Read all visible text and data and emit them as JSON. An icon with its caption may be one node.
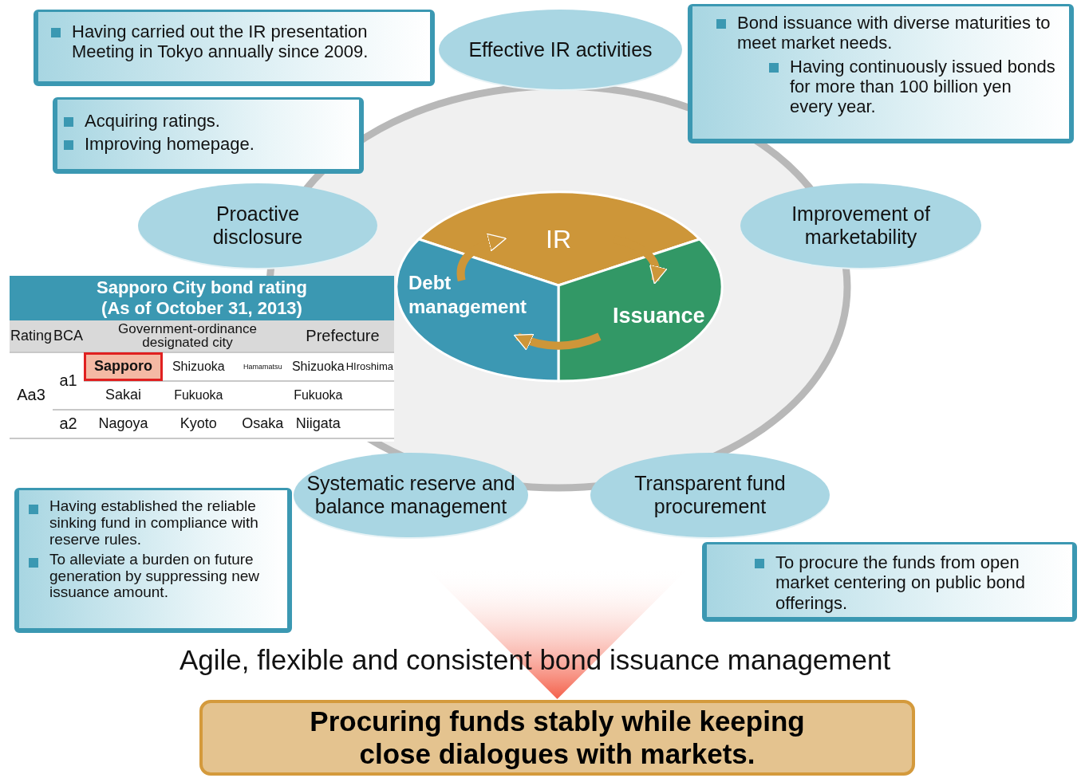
{
  "diagram": {
    "nodes": [
      {
        "text": [
          "Effective IR activities"
        ]
      },
      {
        "text": [
          "Improvement of marketability"
        ]
      },
      {
        "text": [
          "Transparent fund procurement"
        ]
      },
      {
        "text": [
          "Systematic reserve and balance management"
        ]
      },
      {
        "text": [
          "Proactive disclosure"
        ]
      },
      {
        "text": [
          "IR"
        ]
      },
      {
        "text": [
          "Issuance"
        ]
      },
      {
        "text": [
          "Debt management"
        ]
      },
      {
        "text": [
          "Having carried out the IR presentation Meeting in Tokyo annually since 2009."
        ]
      },
      {
        "text": [
          "Acquiring ratings.",
          "Improving homepage."
        ]
      },
      {
        "text": [
          "Bond issuance with diverse maturities to meet market needs.",
          "Having continuously issued bonds for more than 100 billion yen every year."
        ]
      },
      {
        "text": [
          "Having established the reliable sinking fund in compliance with reserve rules.",
          "To alleviate a burden on future generation by suppressing new issuance amount."
        ]
      },
      {
        "text": [
          "To procure the funds from open market centering on public bond offerings."
        ]
      },
      {
        "text": [
          "Procuring funds stably while keeping close dialogues with markets."
        ]
      }
    ],
    "edges": [
      {
        "from": 5,
        "to": 6,
        "arrow": "to"
      },
      {
        "from": 6,
        "to": 7,
        "arrow": "to"
      },
      {
        "from": 7,
        "to": 5,
        "arrow": "to"
      },
      {
        "from": null,
        "to": 13,
        "arrow": "to"
      }
    ],
    "labels": [
      "Sapporo City bond rating (As of October 31, 2013)",
      "Rating",
      "BCA",
      "Government-ordinance designated city",
      "Prefecture",
      "Aa3",
      "a1",
      "Sapporo",
      "Shizuoka",
      "Hamamatsu",
      "Shizuoka",
      "HIroshima",
      "Sakai",
      "Fukuoka",
      "Fukuoka",
      "a2",
      "Nagoya",
      "Kyoto",
      "Osaka",
      "Niigata",
      "Agile, flexible and consistent bond issuance management"
    ]
  }
}
